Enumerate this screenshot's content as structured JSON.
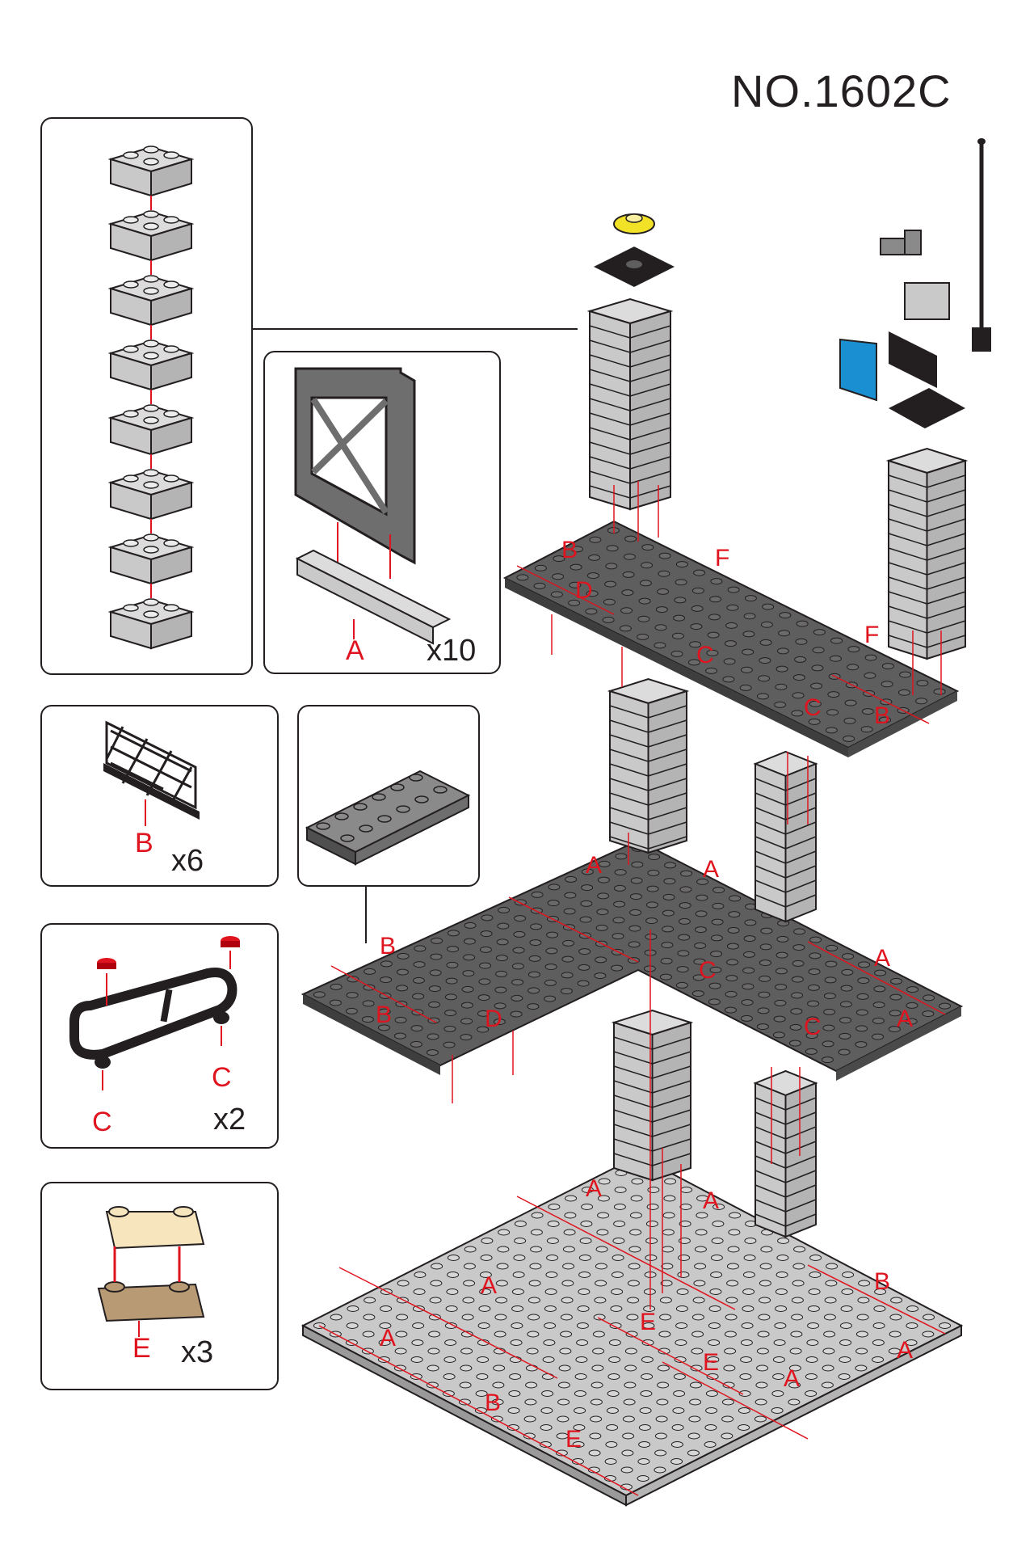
{
  "model_number": "NO.1602C",
  "steps": [
    {
      "id": "column-stack",
      "label": "",
      "qty": ""
    },
    {
      "id": "window-frame",
      "label": "A",
      "qty": "x10"
    },
    {
      "id": "fence",
      "label": "B",
      "qty": "x6"
    },
    {
      "id": "technic-plate",
      "label": "",
      "qty": ""
    },
    {
      "id": "lamp-bar",
      "label": "C",
      "qty": "x2"
    },
    {
      "id": "flag-plate",
      "label": "E",
      "qty": "x3"
    }
  ],
  "main_labels": {
    "top_floor": [
      "B",
      "D",
      "F",
      "C",
      "F",
      "C",
      "B"
    ],
    "middle_floor": [
      "A",
      "A",
      "B",
      "B",
      "D",
      "C",
      "A",
      "C",
      "A"
    ],
    "base_floor": [
      "A",
      "A",
      "A",
      "A",
      "B",
      "B",
      "E",
      "E",
      "E",
      "A",
      "A"
    ]
  },
  "colors": {
    "light_gray": "#c9c9c9",
    "dark_gray": "#5e5e5e",
    "outline": "#231f20",
    "accent_red": "#e0141e",
    "yellow": "#f2e227",
    "blue": "#1a8fd1",
    "tan": "#f6e5bd",
    "dark_tan": "#b89a74"
  }
}
